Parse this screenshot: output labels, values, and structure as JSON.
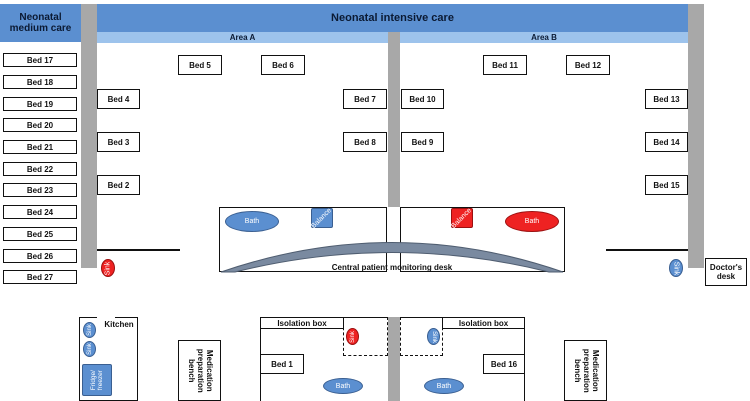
{
  "header": {
    "medium_care": "Neonatal medium care",
    "intensive_care": "Neonatal intensive care",
    "area_a": "Area A",
    "area_b": "Area B"
  },
  "medium_care_beds": [
    "Bed 17",
    "Bed 18",
    "Bed 19",
    "Bed 20",
    "Bed 21",
    "Bed 22",
    "Bed 23",
    "Bed 24",
    "Bed 25",
    "Bed 26",
    "Bed 27"
  ],
  "area_a_beds": {
    "bed5": "Bed 5",
    "bed6": "Bed 6",
    "bed4": "Bed 4",
    "bed7": "Bed 7",
    "bed3": "Bed 3",
    "bed8": "Bed 8",
    "bed2": "Bed 2"
  },
  "area_b_beds": {
    "bed11": "Bed 11",
    "bed12": "Bed 12",
    "bed10": "Bed 10",
    "bed13": "Bed 13",
    "bed9": "Bed 9",
    "bed14": "Bed 14",
    "bed15": "Bed 15"
  },
  "fixtures": {
    "bath": "Bath",
    "balance": "Balance",
    "sink": "Sink",
    "monitoring_desk": "Central patient monitoring desk",
    "doctors_desk": "Doctor's desk",
    "kitchen": "Kitchen",
    "fridge": "Fridge/ freezer",
    "med_bench": "Medication preparation bench",
    "isolation_box": "Isolation box",
    "bed1": "Bed 1",
    "bed16": "Bed 16"
  },
  "colors": {
    "blue": "#5b8fd0",
    "light_blue": "#9dc3ec",
    "red": "#ee2222",
    "wall": "#a8a8a8"
  }
}
